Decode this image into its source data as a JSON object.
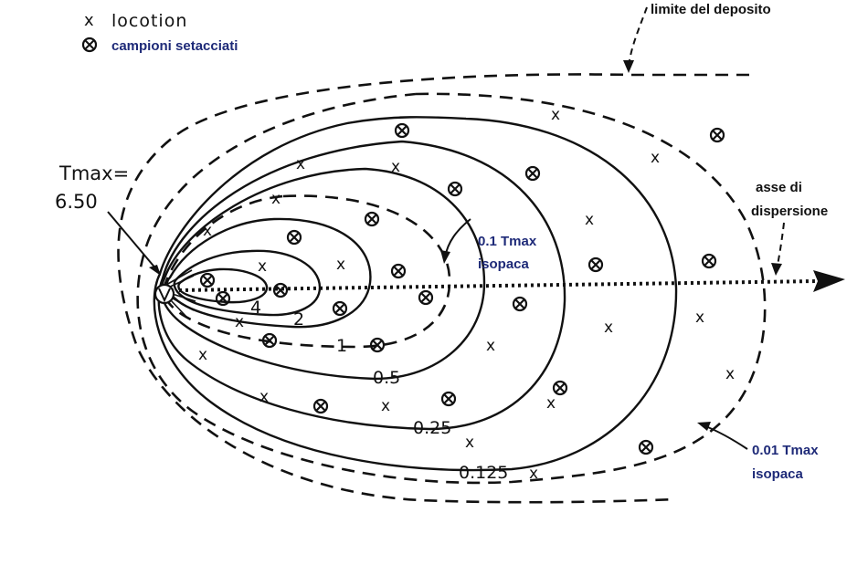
{
  "legend": {
    "location_symbol": "x",
    "location_label": "locotion",
    "sieved_symbol": "⊗",
    "sieved_label": "campioni setacciati"
  },
  "labels": {
    "deposit_limit": "limite del deposito",
    "tmax_line1": "Tmax=",
    "tmax_line2": "6.50",
    "axis_line1": "asse di",
    "axis_line2": "dispersione",
    "iso_01_line1": "0.1 Tmax",
    "iso_01_line2": "isopaca",
    "iso_001_line1": "0.01 Tmax",
    "iso_001_line2": "isopaca"
  },
  "contours": [
    {
      "value": "4"
    },
    {
      "value": "2"
    },
    {
      "value": "1"
    },
    {
      "value": "0.5"
    },
    {
      "value": "0.25"
    },
    {
      "value": "0.125"
    }
  ],
  "colors": {
    "ink": "#111111",
    "annotation_blue": "#1e2a78"
  }
}
